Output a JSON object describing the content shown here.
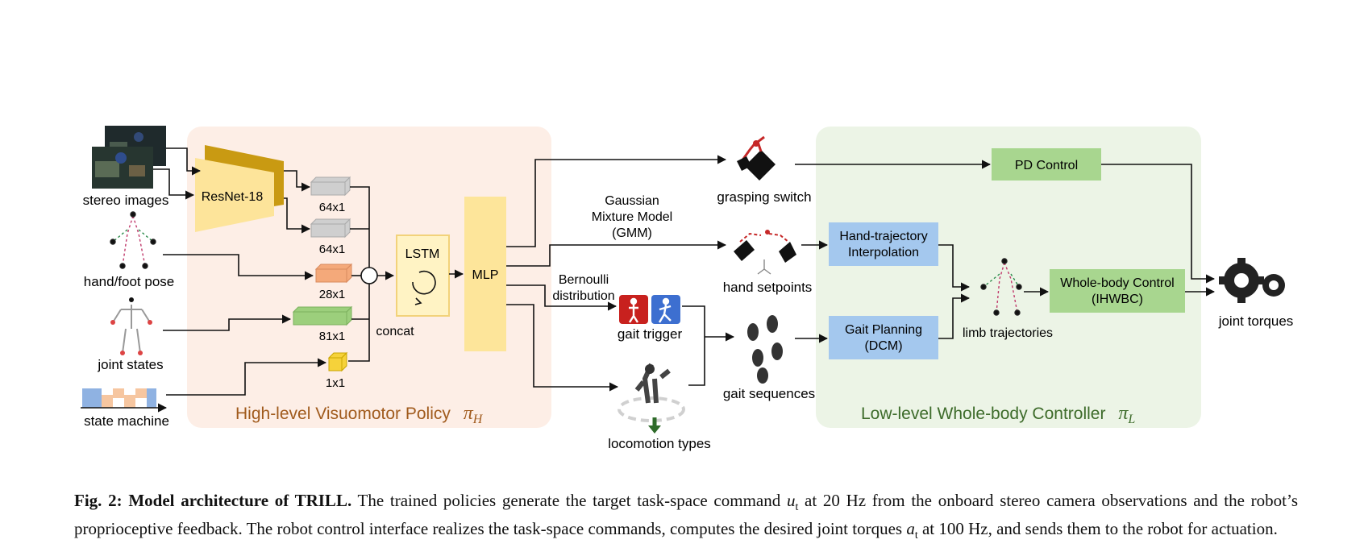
{
  "colors": {
    "high_panel": "#fdeee6",
    "low_panel": "#ecf4e6",
    "resnet_light": "#fde49a",
    "resnet_dark": "#c99a12",
    "lstm_fill": "#fff3c4",
    "lstm_stroke": "#f2d27a",
    "mlp_fill": "#fde59a",
    "green_box": "#a8d68f",
    "blue_box": "#a4c8ee",
    "gray_cube": "#cfcfcf",
    "orange_cube": "#f4a97a",
    "green_cube": "#9ccf7c",
    "yellow_cube": "#f6d23a",
    "high_title_color": "#a05a1c",
    "low_title_color": "#3d6b2a",
    "trigger_red": "#c8211e",
    "trigger_blue": "#3d6fd0"
  },
  "diagram": {
    "high_level_title": "High-level Visuomotor Policy",
    "high_level_symbol": "π",
    "high_level_sub": "H",
    "low_level_title": "Low-level Whole-body Controller",
    "low_level_symbol": "π",
    "low_level_sub": "L",
    "inputs": {
      "stereo_images": "stereo images",
      "hand_foot_pose": "hand/foot pose",
      "joint_states": "joint states",
      "state_machine": "state machine"
    },
    "resnet": "ResNet-18",
    "feature_dims": [
      "64x1",
      "64x1",
      "28x1",
      "81x1",
      "1x1"
    ],
    "concat": "concat",
    "lstm": "LSTM",
    "mlp": "MLP",
    "gmm_label": [
      "Gaussian",
      "Mixture Model",
      "(GMM)"
    ],
    "bernoulli_label": [
      "Bernoulli",
      "distribution"
    ],
    "outputs": {
      "grasping_switch": "grasping switch",
      "hand_setpoints": "hand setpoints",
      "gait_trigger": "gait trigger",
      "locomotion_types": "locomotion types",
      "gait_sequences": "gait sequences"
    },
    "controller": {
      "pd_control": "PD Control",
      "hand_traj": [
        "Hand-trajectory",
        "Interpolation"
      ],
      "gait_planning": [
        "Gait Planning",
        "(DCM)"
      ],
      "limb_trajectories": "limb trajectories",
      "wbc": [
        "Whole-body Control",
        "(IHWBC)"
      ],
      "joint_torques": "joint torques"
    }
  },
  "caption": {
    "label": "Fig. 2:",
    "title": "Model architecture of TRILL.",
    "part1": " The trained policies generate the target task-space command ",
    "var1": "u",
    "sub1": "t",
    "part2": " at 20 Hz from the onboard stereo camera observations and the robot’s proprioceptive feedback. The robot control interface realizes the task-space commands, computes the desired joint torques ",
    "var2": "a",
    "sub2": "t",
    "part3": " at 100 Hz, and sends them to the robot for actuation."
  }
}
